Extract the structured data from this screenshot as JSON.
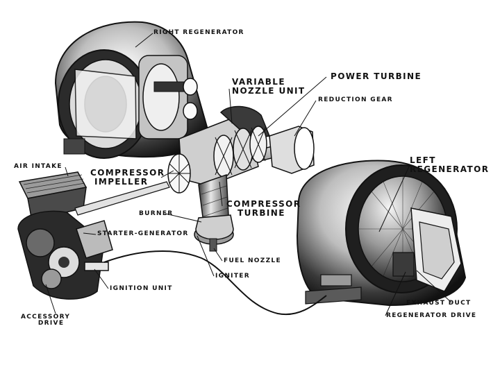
{
  "labels": {
    "right_regenerator": "RIGHT REGENERATOR",
    "variable_nozzle_1": "VARIABLE",
    "variable_nozzle_2": "NOZZLE UNIT",
    "power_turbine": "POWER TURBINE",
    "reduction_gear": "REDUCTION GEAR",
    "air_intake": "AIR INTAKE",
    "compressor_impeller_1": "COMPRESSOR",
    "compressor_impeller_2": "IMPELLER",
    "left_regenerator_1": "LEFT",
    "left_regenerator_2": "REGENERATOR",
    "compressor_turbine_1": "COMPRESSOR",
    "compressor_turbine_2": "TURBINE",
    "burner": "BURNER",
    "starter_generator": "STARTER-GENERATOR",
    "fuel_nozzle": "FUEL NOZZLE",
    "igniter": "IGNITER",
    "ignition_unit": "IGNITION UNIT",
    "exhaust_duct": "EXHAUST DUCT",
    "accessory_drive_1": "ACCESSORY",
    "accessory_drive_2": "DRIVE",
    "regenerator_drive": "REGENERATOR DRIVE"
  },
  "colors": {
    "ink": "#111111",
    "dark_metal": "#2a2a2a",
    "mid_metal": "#8a8a8a",
    "light_metal": "#d9d9d9"
  }
}
